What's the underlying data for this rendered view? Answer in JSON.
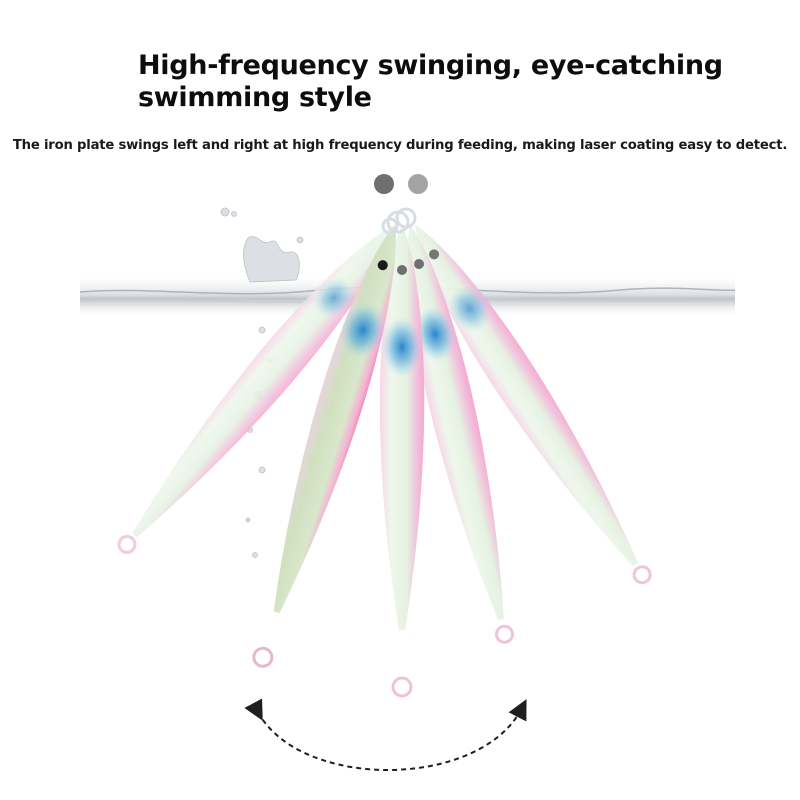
{
  "headline": {
    "line1": "High-frequency swinging, eye-catching",
    "line2": "swimming style"
  },
  "subtext": "The iron plate swings left and right at high frequency during feeding, making laser coating easy to detect.",
  "colors": {
    "body_glow": "#e9f5e6",
    "pink_stripe": "#f4a6cf",
    "blue_spot": "#3b9ed8",
    "water_line": "#c7cbd0",
    "arrow": "#1f1f1f"
  },
  "indicator_dots": [
    {
      "color": "#6f6f6f"
    },
    {
      "color": "#a4a4a4"
    }
  ]
}
